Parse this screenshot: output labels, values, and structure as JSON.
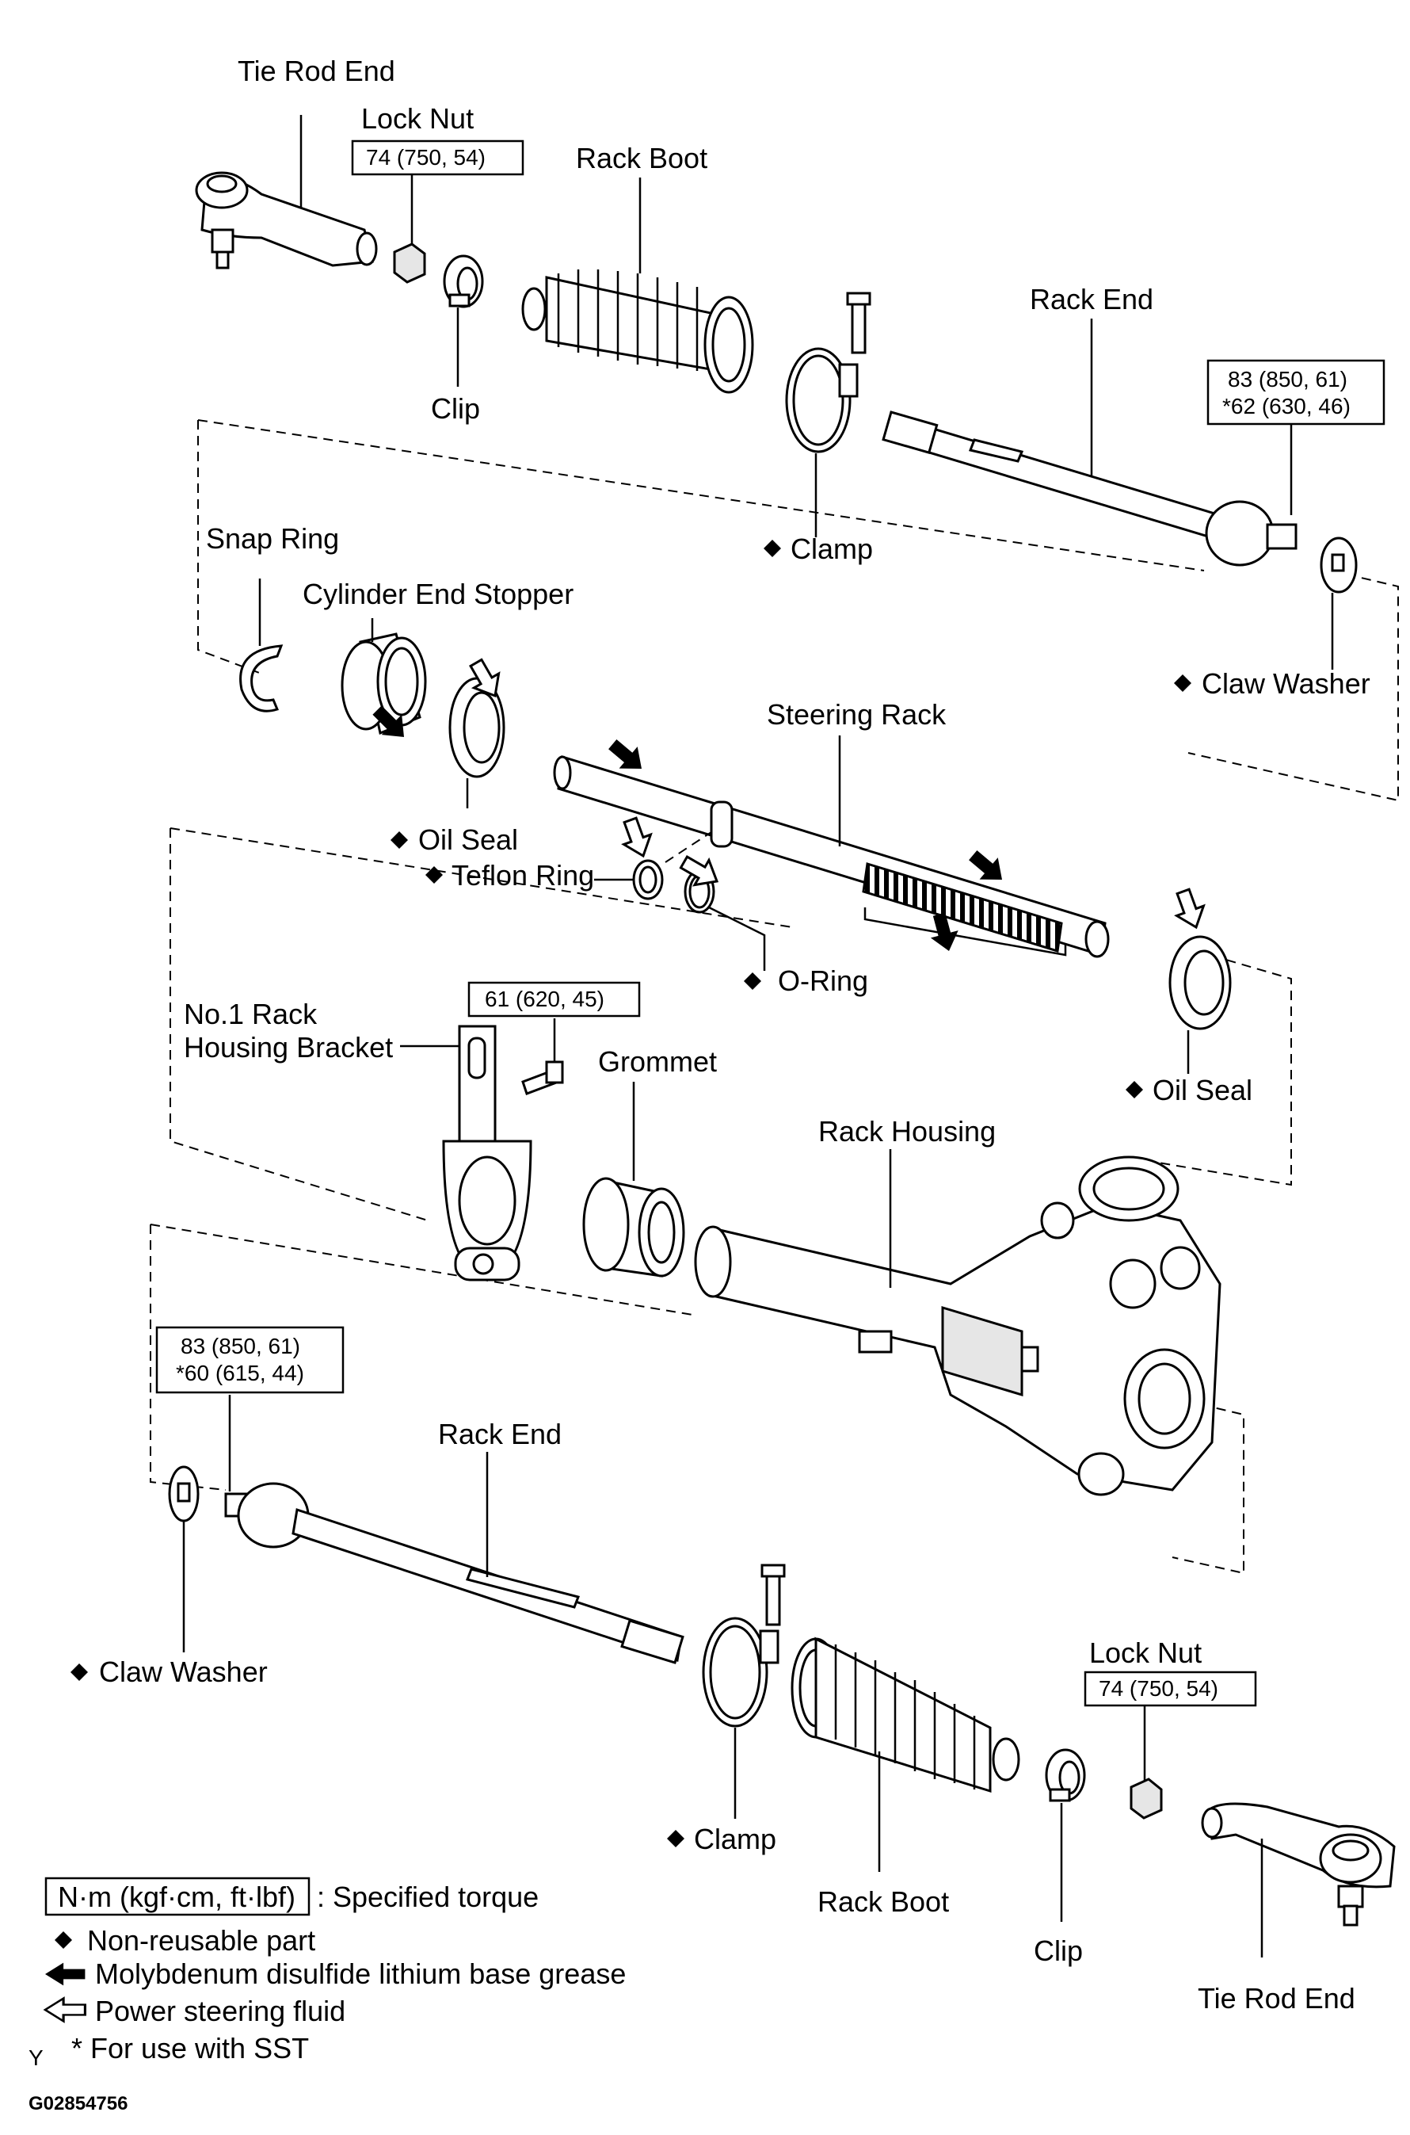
{
  "labels": {
    "tie_rod_end_top": "Tie Rod End",
    "lock_nut_top": "Lock Nut",
    "lock_nut_top_torque": "74 (750, 54)",
    "rack_boot_top": "Rack Boot",
    "clip_top": "Clip",
    "rack_end_top": "Rack End",
    "rack_end_top_torque_1": "83 (850, 61)",
    "rack_end_top_torque_2": "*62 (630, 46)",
    "clamp_top": "Clamp",
    "snap_ring": "Snap Ring",
    "cylinder_end_stopper": "Cylinder End Stopper",
    "claw_washer_top": "Claw Washer",
    "steering_rack": "Steering Rack",
    "oil_seal_left": "Oil Seal",
    "teflon_ring": "Teflon Ring",
    "o_ring": "O-Ring",
    "bracket_torque": "61 (620, 45)",
    "bracket_line1": "No.1 Rack",
    "bracket_line2": "Housing Bracket",
    "grommet": "Grommet",
    "oil_seal_right": "Oil Seal",
    "rack_housing": "Rack Housing",
    "rack_end_bottom_torque_1": "83 (850, 61)",
    "rack_end_bottom_torque_2": "*60 (615, 44)",
    "rack_end_bottom": "Rack End",
    "claw_washer_bottom": "Claw Washer",
    "lock_nut_bottom": "Lock Nut",
    "lock_nut_bottom_torque": "74 (750, 54)",
    "clamp_bottom": "Clamp",
    "rack_boot_bottom": "Rack Boot",
    "clip_bottom": "Clip",
    "tie_rod_end_bottom": "Tie Rod End"
  },
  "legend": {
    "torque_box": "N·m (kgf·cm, ft·lbf)",
    "torque_text": ": Specified torque",
    "non_reusable": "Non-reusable part",
    "grease": "Molybdenum disulfide lithium base grease",
    "fluid": "Power steering fluid",
    "sst": "* For use with SST"
  },
  "footer": {
    "y_mark": "Y",
    "figure_code": "G02854756"
  }
}
